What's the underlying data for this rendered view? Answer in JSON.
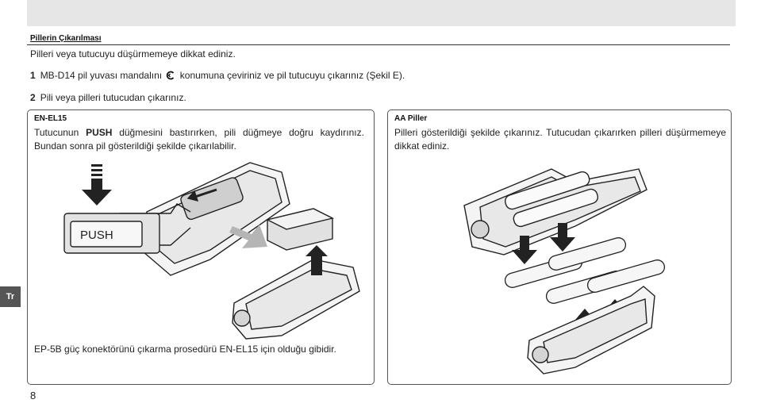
{
  "section": {
    "title": "Pillerin Çıkarılması",
    "intro": "Pilleri veya tutucuyu düşürmemeye dikkat ediniz."
  },
  "steps": [
    {
      "number": "1",
      "text_before": "MB-D14 pil yuvası mandalını",
      "text_after": "konumuna çeviriniz ve pil tutucuyu çıkarınız (Şekil E)."
    },
    {
      "number": "2",
      "text": "Pili veya pilleri tutucudan çıkarınız."
    }
  ],
  "left_box": {
    "title": "EN-EL15",
    "text_before": "Tutucunun",
    "push_word": "PUSH",
    "text_after": "düğmesini bastırırken, pili düğmeye doğru kaydırınız. Bundan sonra pil gösterildiği şekilde çıkarılabilir.",
    "button_label": "PUSH",
    "footer": "EP-5B güç konektörünü çıkarma prosedürü EN-EL15 için olduğu gibidir."
  },
  "right_box": {
    "title": "AA Piller",
    "text": "Pilleri gösterildiği şekilde çıkarınız. Tutucudan çıkarırken pilleri düşürmemeye dikkat ediniz."
  },
  "side_tab": "Tr",
  "page_number": "8",
  "icons": {
    "lock": "lock-symbol-icon"
  }
}
